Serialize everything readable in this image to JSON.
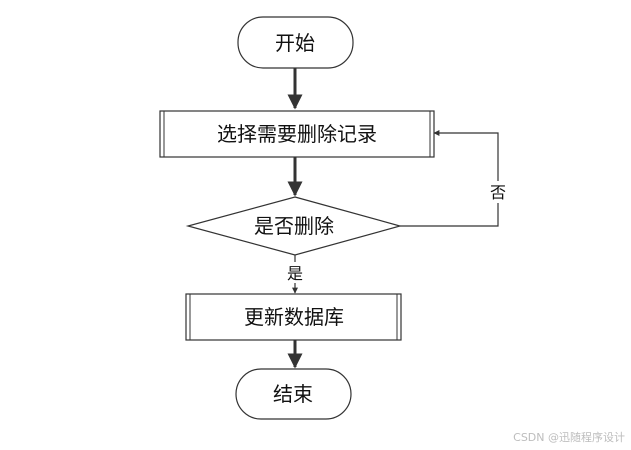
{
  "flowchart": {
    "nodes": {
      "start": "开始",
      "select": "选择需要删除记录",
      "decision": "是否删除",
      "update": "更新数据库",
      "end": "结束"
    },
    "edge_labels": {
      "no": "否",
      "yes": "是"
    }
  },
  "watermark": "CSDN @迅随程序设计",
  "colors": {
    "stroke": "#333333",
    "arrow": "#333333",
    "text": "#111111",
    "watermark": "#bdbdbd"
  }
}
